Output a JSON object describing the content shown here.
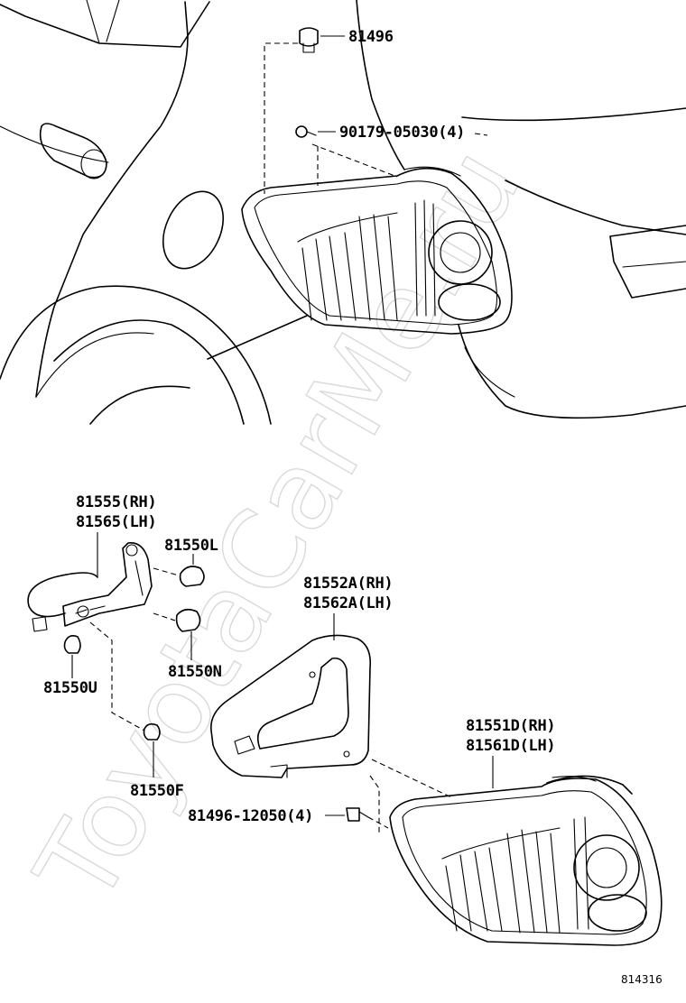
{
  "watermark": "ToyotaCarMe.ru",
  "reference_number": "814316",
  "parts": {
    "bolt_top": "81496",
    "screw_top": "90179-05030(4)",
    "socket_rh": "81555(RH)",
    "socket_lh": "81565(LH)",
    "bulb_l": "81550L",
    "bulb_n": "81550N",
    "bulb_u": "81550U",
    "bulb_f": "81550F",
    "gasket_rh": "81552A(RH)",
    "gasket_lh": "81562A(LH)",
    "lamp_rh": "81551D(RH)",
    "lamp_lh": "81561D(LH)",
    "screw_bottom": "81496-12050(4)"
  }
}
